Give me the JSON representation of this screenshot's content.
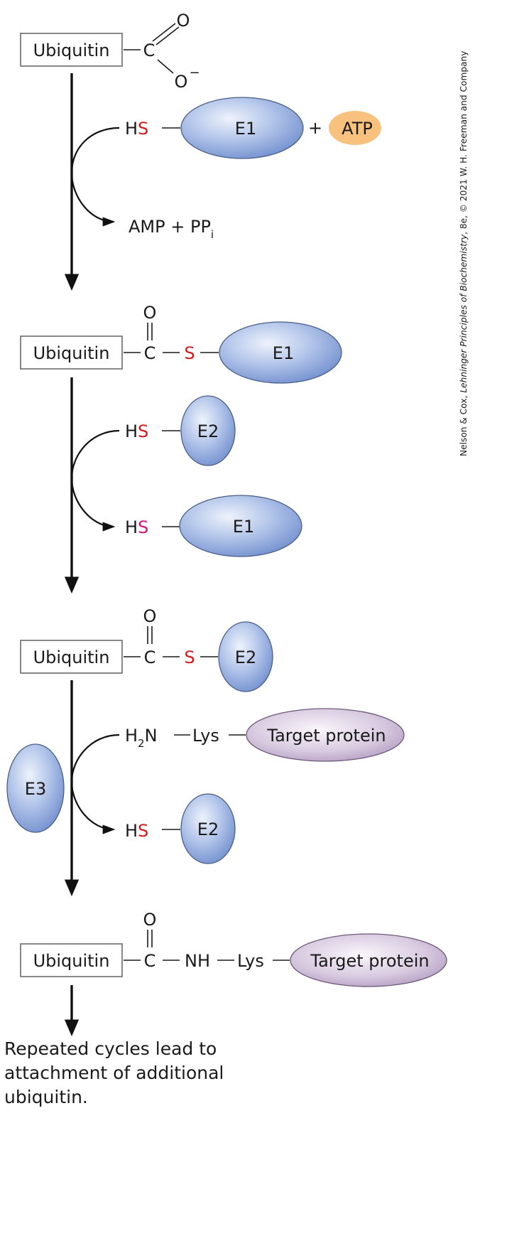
{
  "stage1": {
    "ubiquitin": "Ubiquitin",
    "c": "C",
    "o_double": "O",
    "o_minus": "O",
    "minus": "−",
    "hs_h": "H",
    "hs_s": "S",
    "e1": "E1",
    "plus": "+",
    "atp": "ATP",
    "byproduct_main": "AMP + PP",
    "byproduct_sub": "i"
  },
  "stage2": {
    "ubiquitin": "Ubiquitin",
    "c": "C",
    "o": "O",
    "s": "S",
    "e1": "E1",
    "hs_h": "H",
    "hs_s": "S",
    "e2": "E2",
    "out_h": "H",
    "out_s": "S",
    "out_e1": "E1"
  },
  "stage3": {
    "ubiquitin": "Ubiquitin",
    "c": "C",
    "o": "O",
    "s": "S",
    "e2": "E2",
    "h2n_h": "H",
    "h2n_sub": "2",
    "h2n_n": "N",
    "lys": "Lys",
    "target": "Target protein",
    "e3": "E3",
    "out_h": "H",
    "out_s": "S",
    "out_e2": "E2"
  },
  "stage4": {
    "ubiquitin": "Ubiquitin",
    "c": "C",
    "o": "O",
    "nh": "NH",
    "lys": "Lys",
    "target": "Target protein"
  },
  "caption": {
    "line1": "Repeated cycles lead to",
    "line2": "attachment of additional",
    "line3": "ubiquitin."
  },
  "credit": {
    "part1": "Nelson & Cox, ",
    "part2": "Lehninger Principles of Biochemistry",
    "part3": ", 8e, © 2021 W. H. Freeman and Company"
  },
  "colors": {
    "enzyme_blue": "#6f8fd0",
    "atp_orange": "#f8c17e",
    "target_purple": "#c6b2d2",
    "sulfur_red": "#d7191c"
  }
}
